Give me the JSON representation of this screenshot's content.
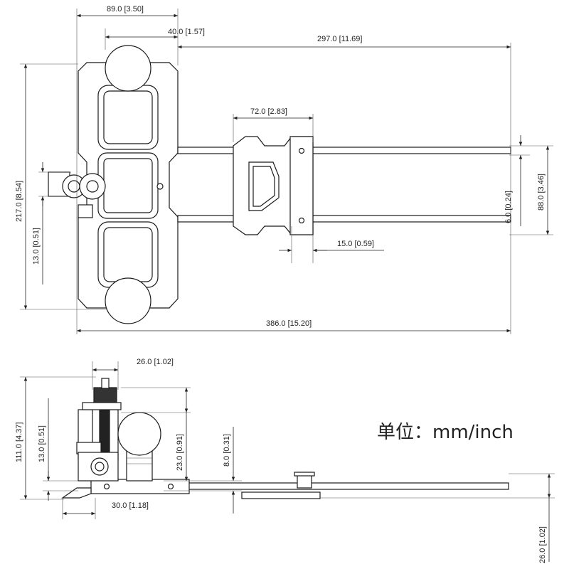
{
  "unit_label": "单位：mm/inch",
  "top_view": {
    "dims": {
      "overall_width": "89.0 [3.50]",
      "ball_offset": "40.0 [1.57]",
      "rail_length": "297.0 [11.69]",
      "clamp_width": "72.0 [2.83]",
      "overall_height": "217.0 [8.54]",
      "knob_height": "13.0 [0.51]",
      "rod_diameter": "6.0 [0.24]",
      "rod_spacing": "88.0 [3.46]",
      "clamp_depth": "15.0 [0.59]",
      "overall_length": "386.0 [15.20]"
    }
  },
  "side_view": {
    "dims": {
      "top_width": "26.0 [1.02]",
      "total_height": "111.0 [4.37]",
      "knob_height": "13.0 [0.51]",
      "ball_diameter": "23.0 [0.91]",
      "base_offset": "8.0 [0.31]",
      "base_width": "30.0 [1.18]",
      "rail_height": "26.0 [1.02]"
    }
  }
}
